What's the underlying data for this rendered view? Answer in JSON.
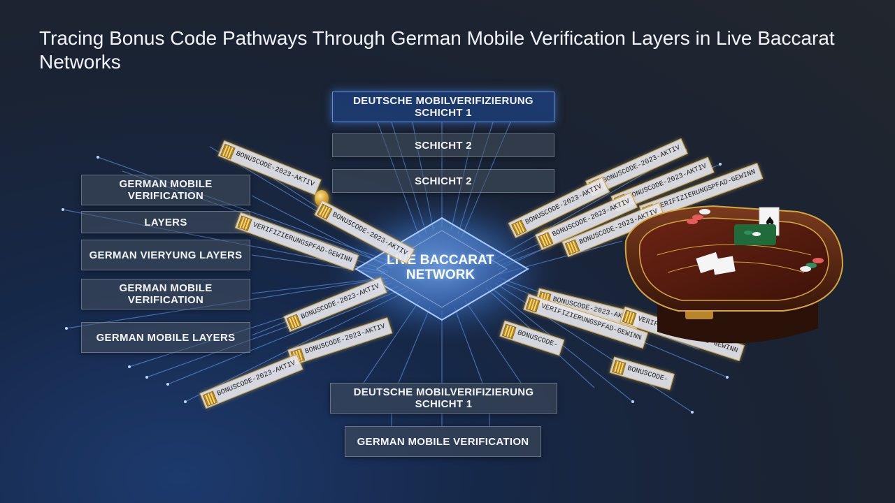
{
  "title": "Tracing Bonus Code Pathways Through German Mobile Verification Layers in Live Baccarat Networks",
  "hub": "LIVE BACCARAT NETWORK",
  "top_layers": [
    "DEUTSCHE MOBILVERIFIZIERUNG SCHICHT 1",
    "SCHICHT 2",
    "SCHICHT 2"
  ],
  "left_layers": [
    "GERMAN MOBILE VERIFICATION",
    "LAYERS",
    "GERMAN VIERYUNG LAYERS",
    "GERMAN MOBILE VERIFICATION",
    "GERMAN MOBILE LAYERS"
  ],
  "bottom_layers": [
    "DEUTSCHE MOBILVERIFIZIERUNG SCHICHT 1",
    "GERMAN MOBILE VERIFICATION"
  ],
  "tags": {
    "left": [
      "BONUSCODE-2023-AKTIV",
      "BONUSCODE-2023-AKTIV",
      "VERIFIZIERUNGSPFAD-GEWINN",
      "BONUSCODE-2023-AKTIV",
      "BONUSCODE-2023-AKTIV",
      "BONUSCODE-2023-AKTIV"
    ],
    "right": [
      "BONUSCODE-2023-AKTIV",
      "BONUSCODE-2023-AKTIV",
      "VERIFIZIERUNGSPFAD-GEWINN",
      "BONUSCODE-2023-AKTIV",
      "BONUSCODE-2023-AKTIV",
      "BONUSCODE-2023-AKTIV",
      "BONUSCODE-2023-AKTIV",
      "VERIFIZIERUNGSPFAD-GEWINN",
      "BONUSCODE-",
      "VERIFIZIERUNGSPFAD-GEWINN",
      "BONUSCODE-"
    ]
  },
  "colors": {
    "accent": "#5f93e6",
    "gold": "#c9a24a",
    "line": "#6fa6ff"
  }
}
